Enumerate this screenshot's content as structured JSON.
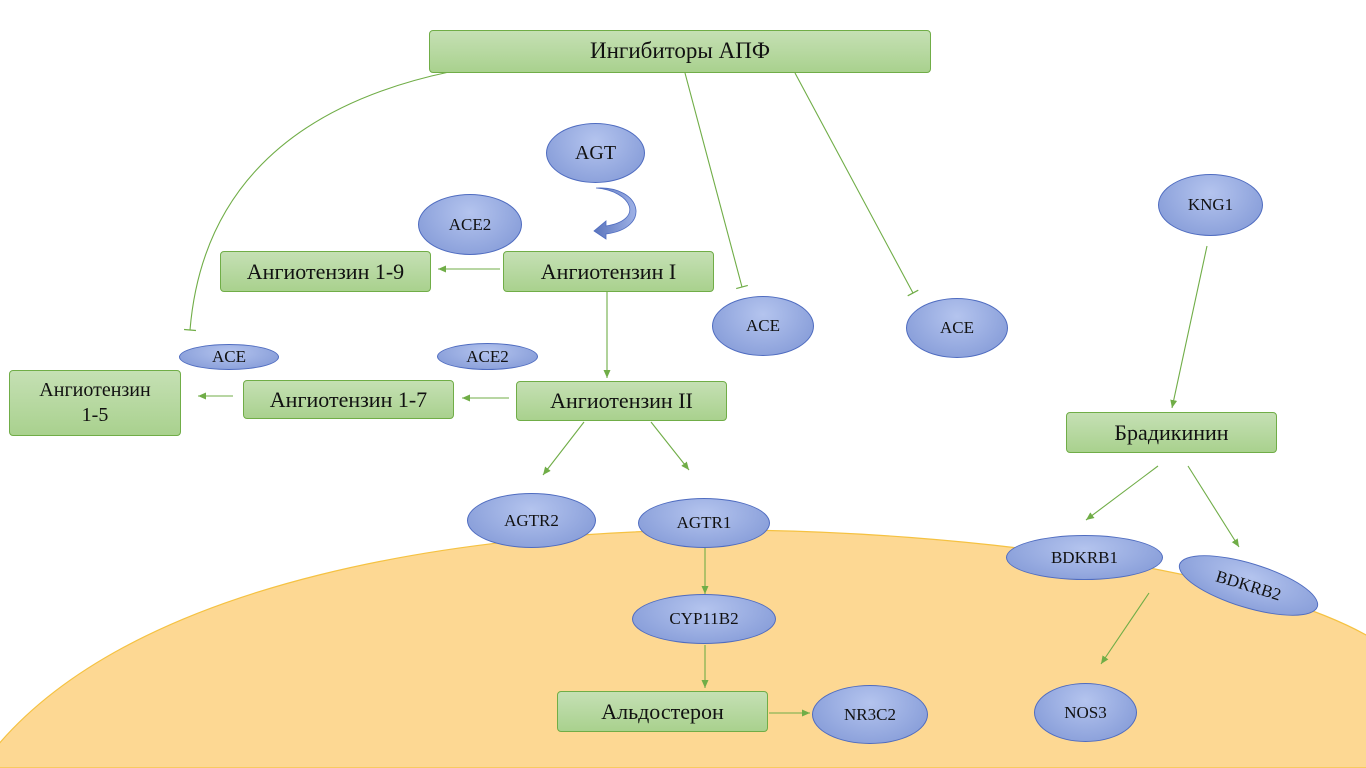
{
  "colors": {
    "box_fill": "#a9d18e",
    "box_border": "#70ad47",
    "oval_fill": "#8ea3dc",
    "oval_border": "#4f6cc0",
    "connector": "#70ad47",
    "cell_fill": "#fdd893",
    "cell_border": "#f5c242",
    "curved_arrow": "#6f86c7"
  },
  "nodes": {
    "ace_inhibitors": "Ингибиторы АПФ",
    "agt": "AGT",
    "ace2_top": "ACE2",
    "angiotensin_1_9": "Ангиотензин 1-9",
    "angiotensin_1": "Ангиотензин I",
    "ace_mid": "ACE",
    "ace_right": "ACE",
    "kng1": "KNG1",
    "ace_small": "ACE",
    "ace2_small": "ACE2",
    "angiotensin_1_5": "Ангиотензин 1-5",
    "angiotensin_1_7": "Ангиотензин 1-7",
    "angiotensin_2": "Ангиотензин II",
    "bradykinin": "Брадикинин",
    "agtr2": "AGTR2",
    "agtr1": "AGTR1",
    "bdkrb1": "BDKRB1",
    "bdkrb2": "BDKRB2",
    "cyp11b2": "CYP11B2",
    "aldosterone": "Альдостерон",
    "nr3c2": "NR3C2",
    "nos3": "NOS3"
  }
}
